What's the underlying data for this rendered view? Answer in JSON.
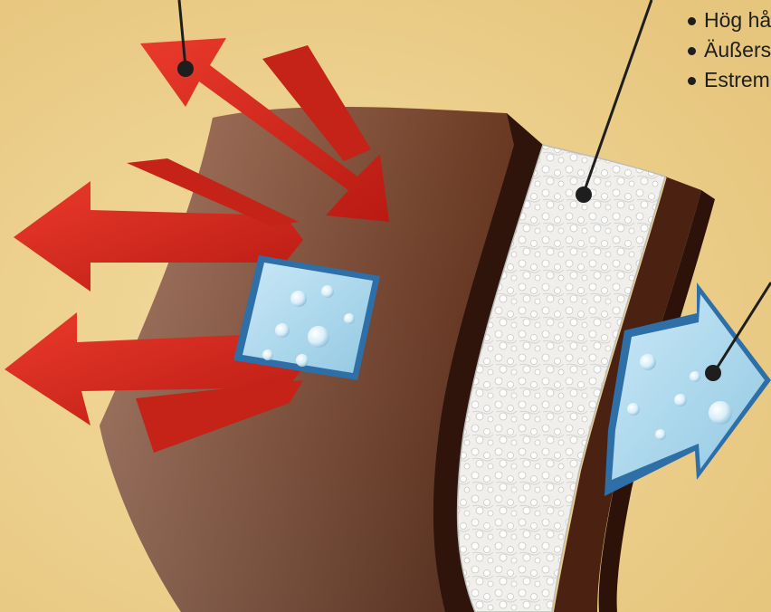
{
  "colors": {
    "background": "#efd594",
    "fabric_outer": "#6e3a22",
    "fabric_inner": "#3c1d10",
    "membrane": "#f3f3f1",
    "vapor_arrows": "#d9261c",
    "water_drops": "#a9d8ee",
    "water_edge": "#2f6fa8",
    "pointer_lines": "#1e1e1e"
  },
  "bullet_list": [
    "Hög hå",
    "Äußers",
    "Estrem"
  ],
  "diagram_parts": {
    "left_callout_icon": "vapor-arrows-icon",
    "center_callout_icon": "membrane-icon",
    "right_callout_icon": "water-arrow-icon"
  }
}
